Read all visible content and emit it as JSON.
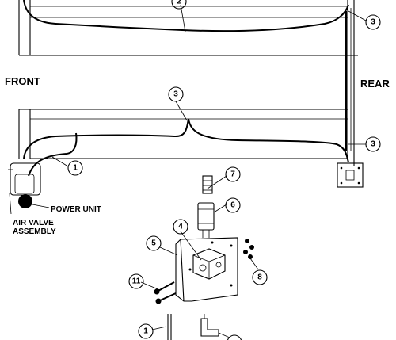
{
  "labels": {
    "front": "FRONT",
    "rear": "REAR",
    "power_unit": "POWER UNIT",
    "air_valve_line1": "AIR VALVE",
    "air_valve_line2": "ASSEMBLY"
  },
  "callouts": {
    "top_hose": "2",
    "top_rear": "3",
    "mid_hose": "3",
    "rear_box": "3",
    "power_hose": "1",
    "fitting_top": "7",
    "coupler": "6",
    "valve": "4",
    "bracket": "5",
    "nuts": "8",
    "bolts": "11",
    "bottom_hose": "1",
    "bottom_partial": ""
  }
}
